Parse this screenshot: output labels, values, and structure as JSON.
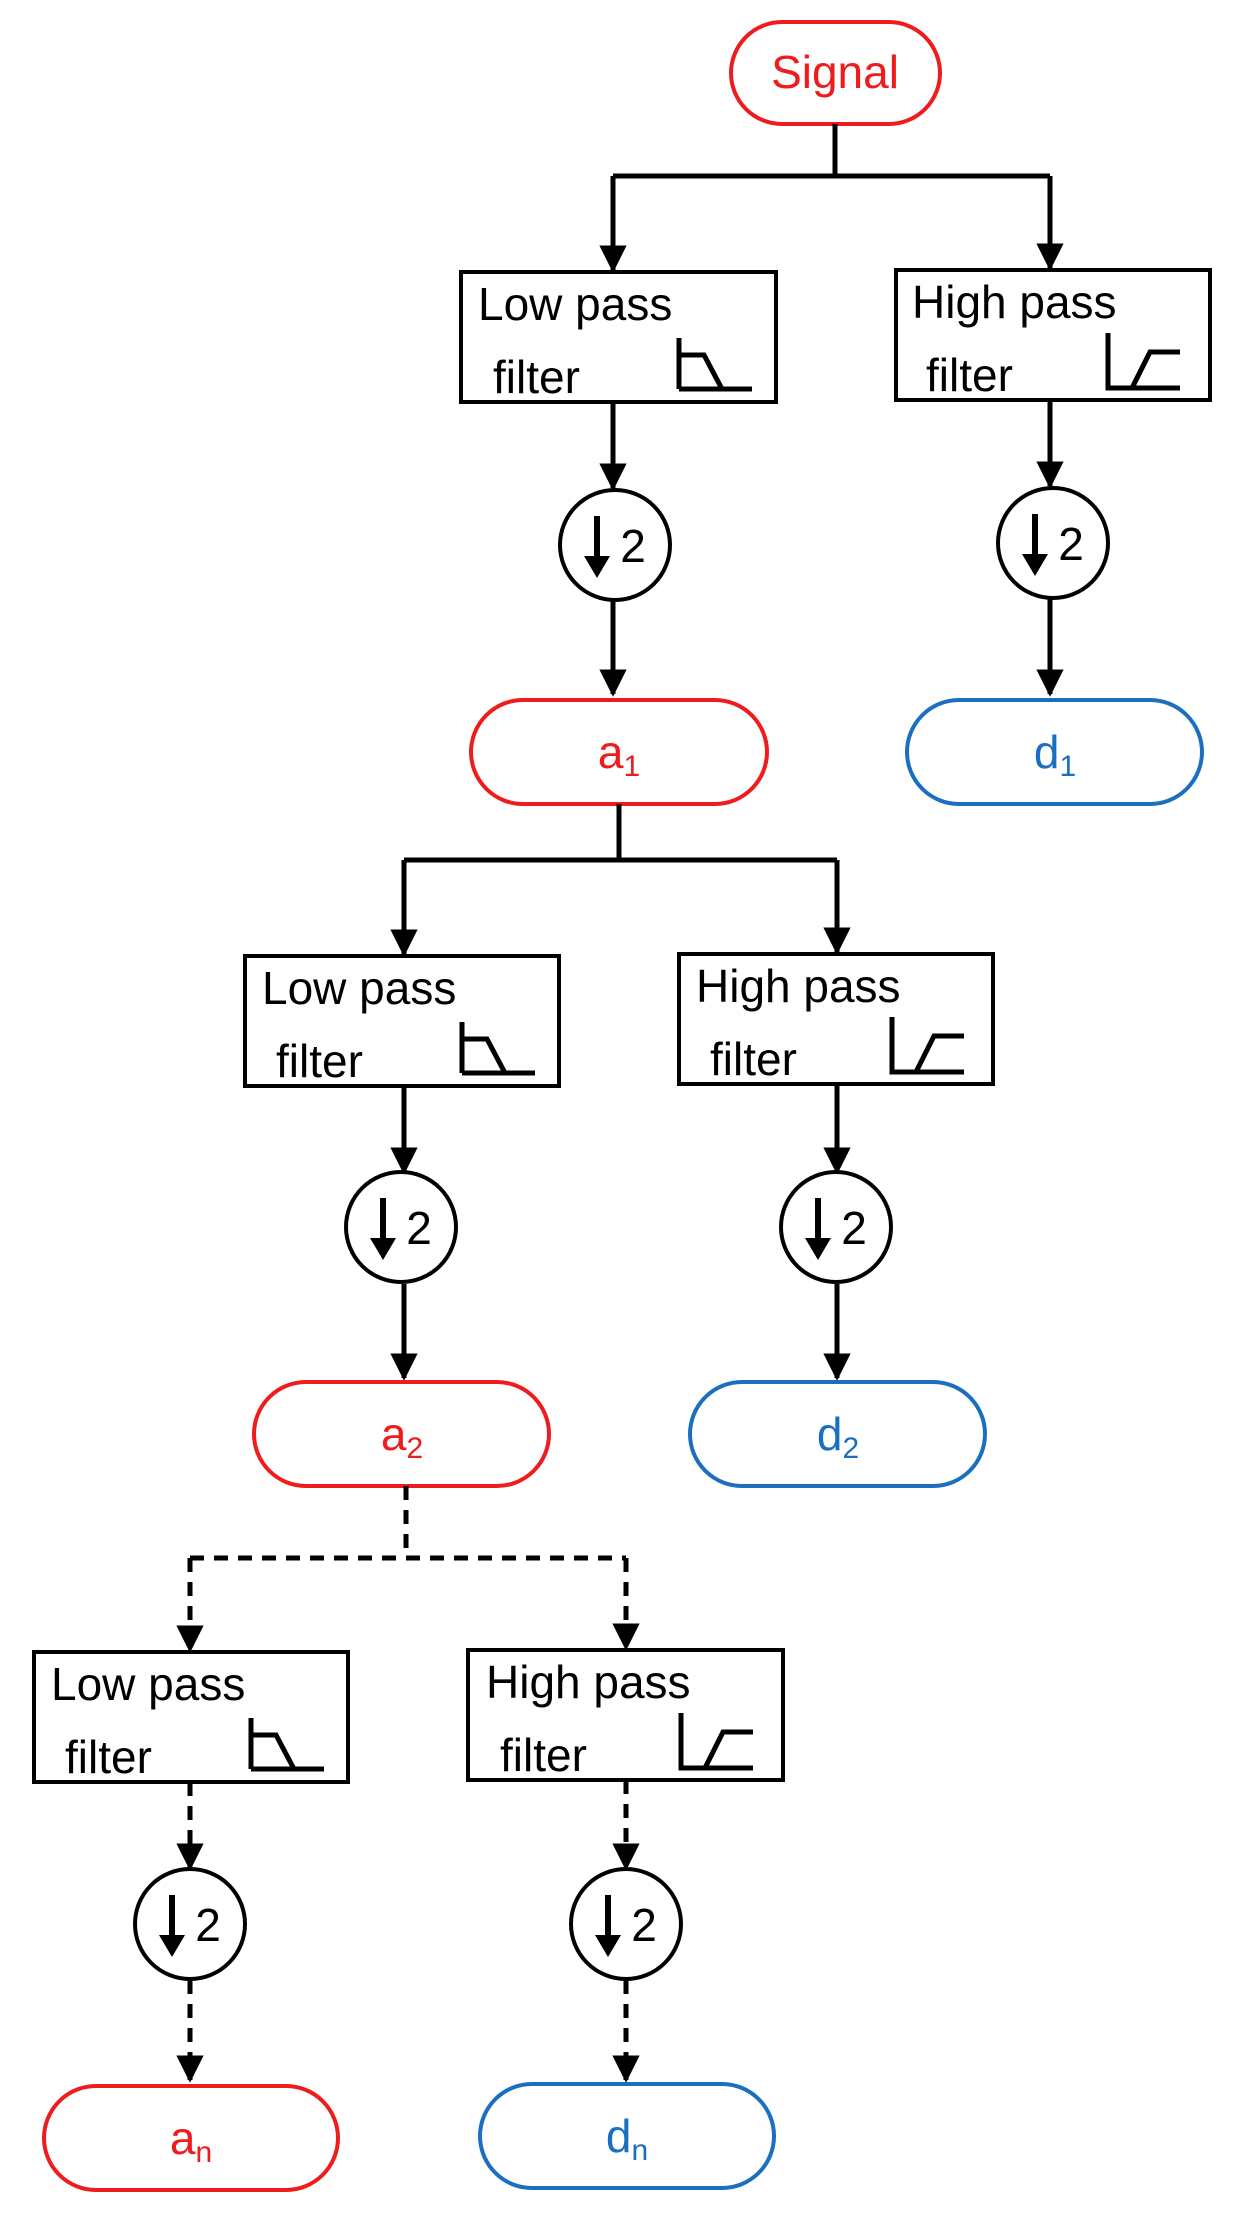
{
  "colors": {
    "approx": "#ee1c1c",
    "detail": "#1a6fc1",
    "line": "#000000"
  },
  "nodes": {
    "signal": "Signal",
    "lowpass_line1": "Low pass",
    "highpass_line1": "High pass",
    "filter_line2": "filter",
    "downsample_factor": "2"
  },
  "levels": [
    {
      "approx_base": "a",
      "approx_sub": "1",
      "detail_base": "d",
      "detail_sub": "1"
    },
    {
      "approx_base": "a",
      "approx_sub": "2",
      "detail_base": "d",
      "detail_sub": "2"
    },
    {
      "approx_base": "a",
      "approx_sub": "n",
      "detail_base": "d",
      "detail_sub": "n"
    }
  ],
  "icons": {
    "lowpass": "lowpass-response-icon",
    "highpass": "highpass-response-icon",
    "downsample": "down-arrow-icon"
  }
}
